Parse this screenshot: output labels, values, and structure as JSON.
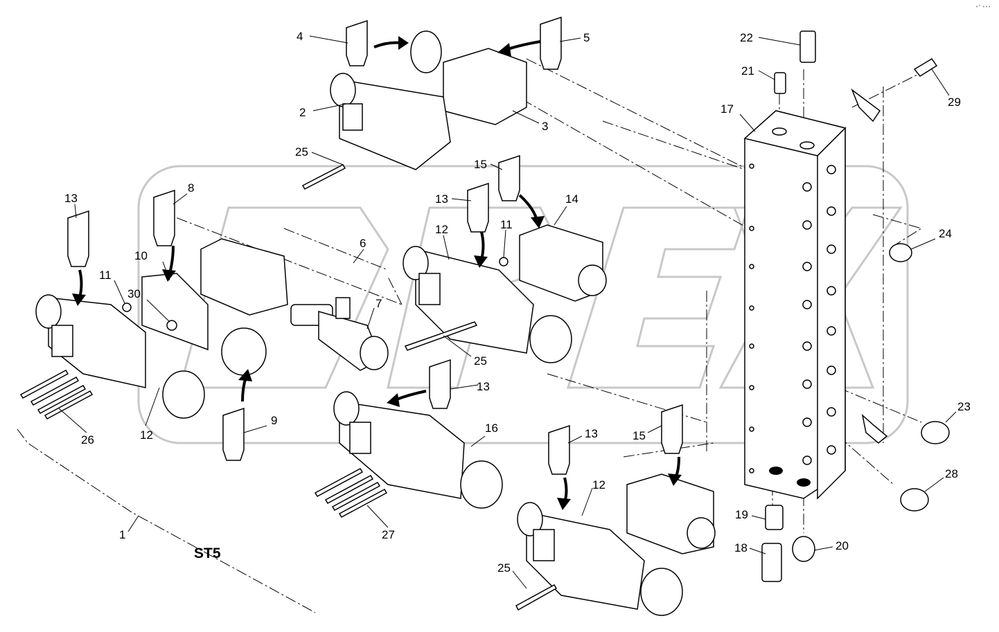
{
  "diagram": {
    "assembly_label": "ST5",
    "corner_mark": "•° •••",
    "callouts": [
      {
        "id": "c4",
        "text": "4"
      },
      {
        "id": "c5",
        "text": "5"
      },
      {
        "id": "c2",
        "text": "2"
      },
      {
        "id": "c3",
        "text": "3"
      },
      {
        "id": "c25a",
        "text": "25"
      },
      {
        "id": "c22",
        "text": "22"
      },
      {
        "id": "c21",
        "text": "21"
      },
      {
        "id": "c17",
        "text": "17"
      },
      {
        "id": "c29",
        "text": "29"
      },
      {
        "id": "c15a",
        "text": "15"
      },
      {
        "id": "c13a",
        "text": "13"
      },
      {
        "id": "c8",
        "text": "8"
      },
      {
        "id": "c13b",
        "text": "13"
      },
      {
        "id": "c14",
        "text": "14"
      },
      {
        "id": "c12a",
        "text": "12"
      },
      {
        "id": "c11a",
        "text": "11"
      },
      {
        "id": "c6",
        "text": "6"
      },
      {
        "id": "c10",
        "text": "10"
      },
      {
        "id": "c11b",
        "text": "11"
      },
      {
        "id": "c30",
        "text": "30"
      },
      {
        "id": "c7",
        "text": "7"
      },
      {
        "id": "c24",
        "text": "24"
      },
      {
        "id": "c25b",
        "text": "25"
      },
      {
        "id": "c13c",
        "text": "13"
      },
      {
        "id": "c16",
        "text": "16"
      },
      {
        "id": "c9",
        "text": "9"
      },
      {
        "id": "c26",
        "text": "26"
      },
      {
        "id": "c12b",
        "text": "12"
      },
      {
        "id": "c23",
        "text": "23"
      },
      {
        "id": "c13d",
        "text": "13"
      },
      {
        "id": "c15b",
        "text": "15"
      },
      {
        "id": "c28",
        "text": "28"
      },
      {
        "id": "c12c",
        "text": "12"
      },
      {
        "id": "c19",
        "text": "19"
      },
      {
        "id": "c27",
        "text": "27"
      },
      {
        "id": "c1",
        "text": "1"
      },
      {
        "id": "c18",
        "text": "18"
      },
      {
        "id": "c20",
        "text": "20"
      },
      {
        "id": "c25c",
        "text": "25"
      }
    ]
  }
}
